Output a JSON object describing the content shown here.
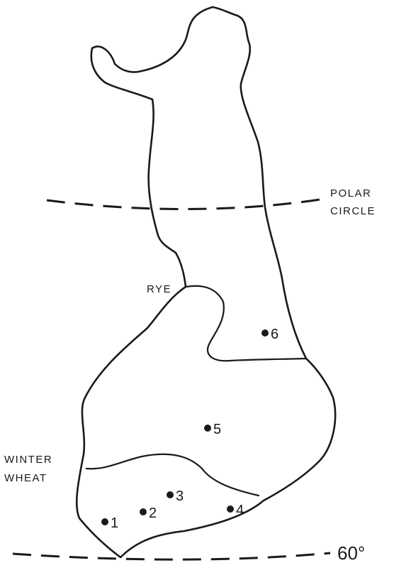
{
  "map": {
    "lines": {
      "polar_circle": [
        "POLAR",
        "CIRCLE"
      ],
      "latitude_60": "60°"
    },
    "regions": {
      "rye": "RYE",
      "winter_wheat": [
        "WINTER",
        "WHEAT"
      ]
    },
    "sites": [
      "1",
      "2",
      "3",
      "4",
      "5",
      "6"
    ]
  }
}
